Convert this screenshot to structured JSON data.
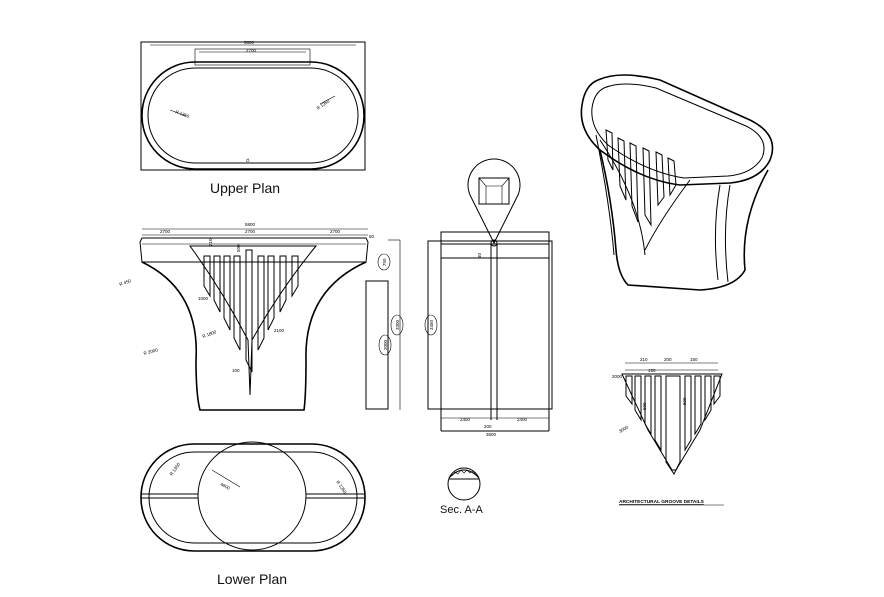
{
  "views": {
    "upper_plan": {
      "title": "Upper Plan",
      "dims": {
        "overall": "5800",
        "top": "2700",
        "radius_left": "R 1350",
        "radius_right": "R 1350",
        "axis_mark": "Ö"
      }
    },
    "front_elevation": {
      "dims": {
        "overall": "5800",
        "seg_left": "2700",
        "seg_mid": "2700",
        "seg_right": "2700",
        "r_small": "R 450",
        "r_large": "R 2000",
        "r_groove": "R 1800",
        "h_top": "750",
        "h_total": "3300",
        "h_mid": "2000",
        "h_right": "3450",
        "d1": "210",
        "d2": "500",
        "d3": "1000",
        "d4": "2100",
        "d5": "100",
        "d6": "50"
      }
    },
    "side_elevation": {
      "dims": {
        "h": "2400",
        "left": "2400",
        "right": "2400",
        "center": "200",
        "total": "3600",
        "detail": "40"
      }
    },
    "section": {
      "label": "Sec. A-A"
    },
    "lower_plan": {
      "title": "Lower Plan",
      "dims": {
        "radius_left": "R 1350",
        "radius_right": "R 1350",
        "center_circle": "4800"
      }
    },
    "groove_detail": {
      "caption": "ARCHITECTURAL GROOVE DETAILS",
      "dims": {
        "a": "210",
        "b": "200",
        "c": "150",
        "d": "150",
        "e": "2000",
        "f": "500",
        "g": "500",
        "h": "3000"
      }
    }
  },
  "colors": {
    "line": "#000000",
    "background": "#ffffff"
  }
}
